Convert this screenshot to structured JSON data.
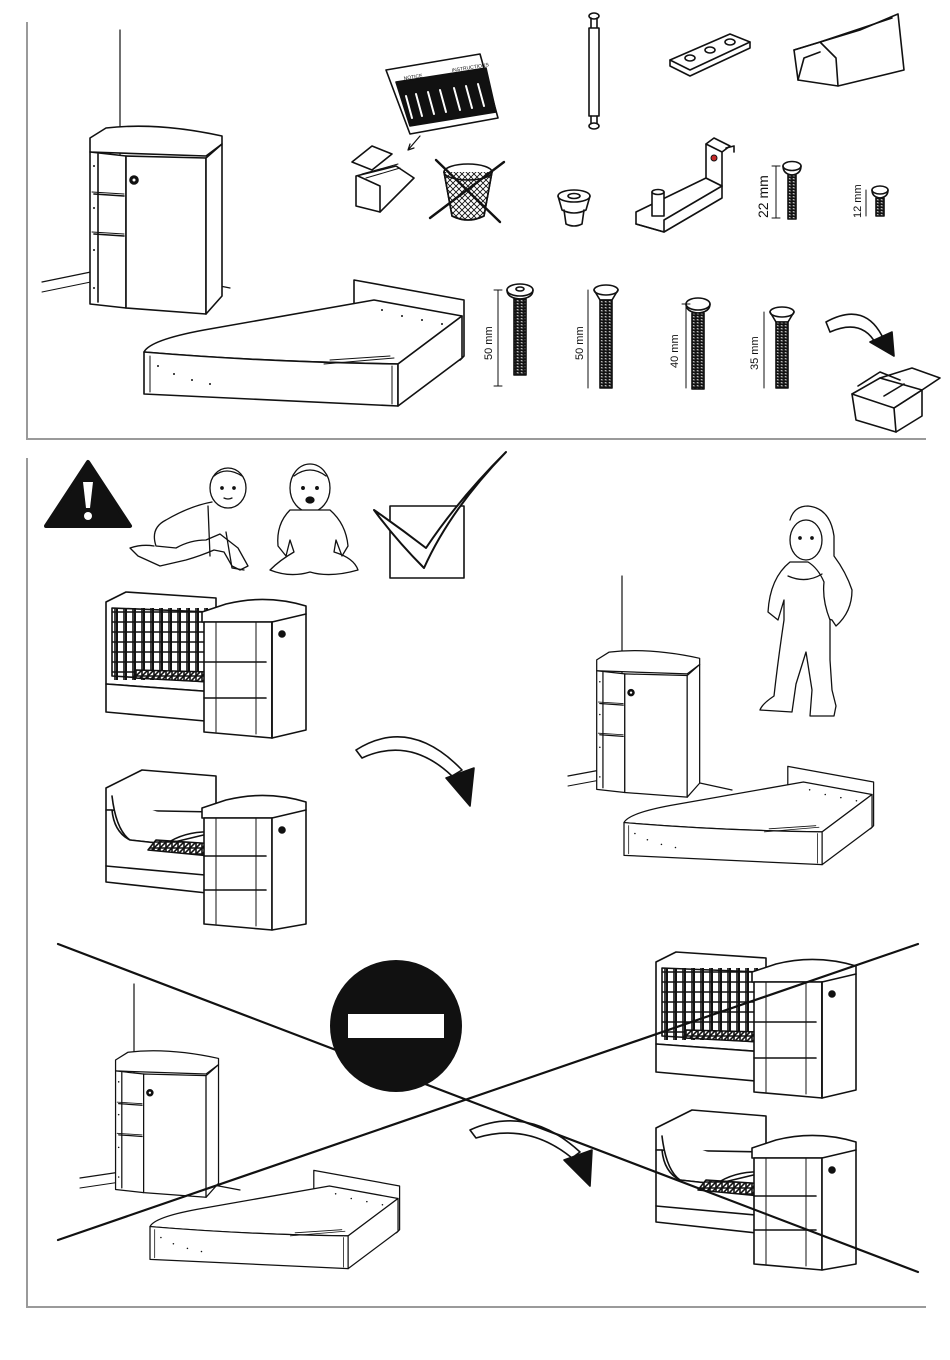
{
  "sheet": {
    "notice_header": "NOTICE",
    "instructions_header": "INSTRUCTIONS"
  },
  "screws": {
    "long_a": "50 mm",
    "long_b": "50 mm",
    "medium": "40 mm",
    "short": "35 mm",
    "small": "22 mm",
    "tiny": "12 mm"
  }
}
